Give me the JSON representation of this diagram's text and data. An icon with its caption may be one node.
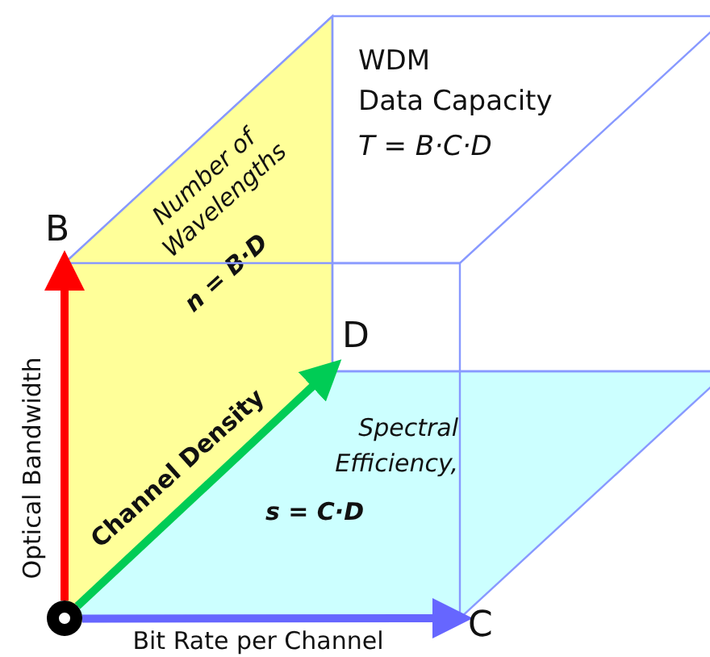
{
  "diagram": {
    "nodes": [
      {
        "text": [
          "Number of Wavelengths",
          "n = B·D"
        ]
      },
      {
        "text": [
          "Spectral Efficiency,",
          "s = C·D"
        ]
      },
      {
        "text": [
          "WDM",
          "Data Capacity",
          "T = B·C·D"
        ]
      },
      {
        "text": [],
        "shape": "circle"
      },
      {
        "text": [
          "B"
        ]
      },
      {
        "text": [
          "C"
        ]
      },
      {
        "text": [
          "D"
        ]
      }
    ],
    "edges": [
      {
        "from": 3,
        "to": 4,
        "arrow": "to",
        "label": "Optical Bandwidth",
        "color": "#ff0000"
      },
      {
        "from": 3,
        "to": 6,
        "arrow": "to",
        "label": "Channel Density",
        "color": "#00cc55"
      },
      {
        "from": 3,
        "to": 5,
        "arrow": "to",
        "label": "Bit Rate per Channel",
        "color": "#6666ff"
      }
    ]
  }
}
